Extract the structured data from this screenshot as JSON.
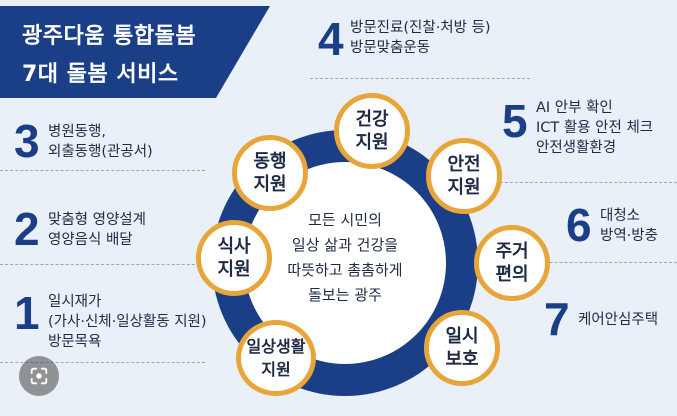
{
  "title": {
    "line1": "광주다움 통합돌봄",
    "line2": "7대 돌봄 서비스"
  },
  "services": [
    {
      "num": "1",
      "lines": [
        "일시재가",
        "(가사·신체·일상활동 지원)",
        "방문목욕"
      ]
    },
    {
      "num": "2",
      "lines": [
        "맞춤형 영양설계",
        "영양음식 배달"
      ]
    },
    {
      "num": "3",
      "lines": [
        "병원동행,",
        "외출동행(관공서)"
      ]
    },
    {
      "num": "4",
      "lines": [
        "방문진료(진찰·처방 등)",
        "방문맞춤운동"
      ]
    },
    {
      "num": "5",
      "lines": [
        "AI 안부 확인",
        "ICT 활용 안전 체크",
        "안전생활환경"
      ]
    },
    {
      "num": "6",
      "lines": [
        "대청소",
        "방역·방충"
      ]
    },
    {
      "num": "7",
      "lines": [
        "케어안심주택"
      ]
    }
  ],
  "center": {
    "lines": [
      "모든 시민의",
      "일상 삶과 건강을",
      "따뜻하고 촘촘하게",
      "돌보는 광주"
    ]
  },
  "nodes": [
    {
      "lines": [
        "건강",
        "지원"
      ]
    },
    {
      "lines": [
        "안전",
        "지원"
      ]
    },
    {
      "lines": [
        "주거",
        "편의"
      ]
    },
    {
      "lines": [
        "일시",
        "보호"
      ]
    },
    {
      "lines": [
        "일상생활",
        "지원"
      ]
    },
    {
      "lines": [
        "식사",
        "지원"
      ]
    },
    {
      "lines": [
        "동행",
        "지원"
      ]
    }
  ],
  "colors": {
    "navy": "#1b3f86",
    "orange": "#e8a53a",
    "background": "#eaf0f8"
  },
  "icons": {
    "search_fab": "image-search-icon"
  }
}
